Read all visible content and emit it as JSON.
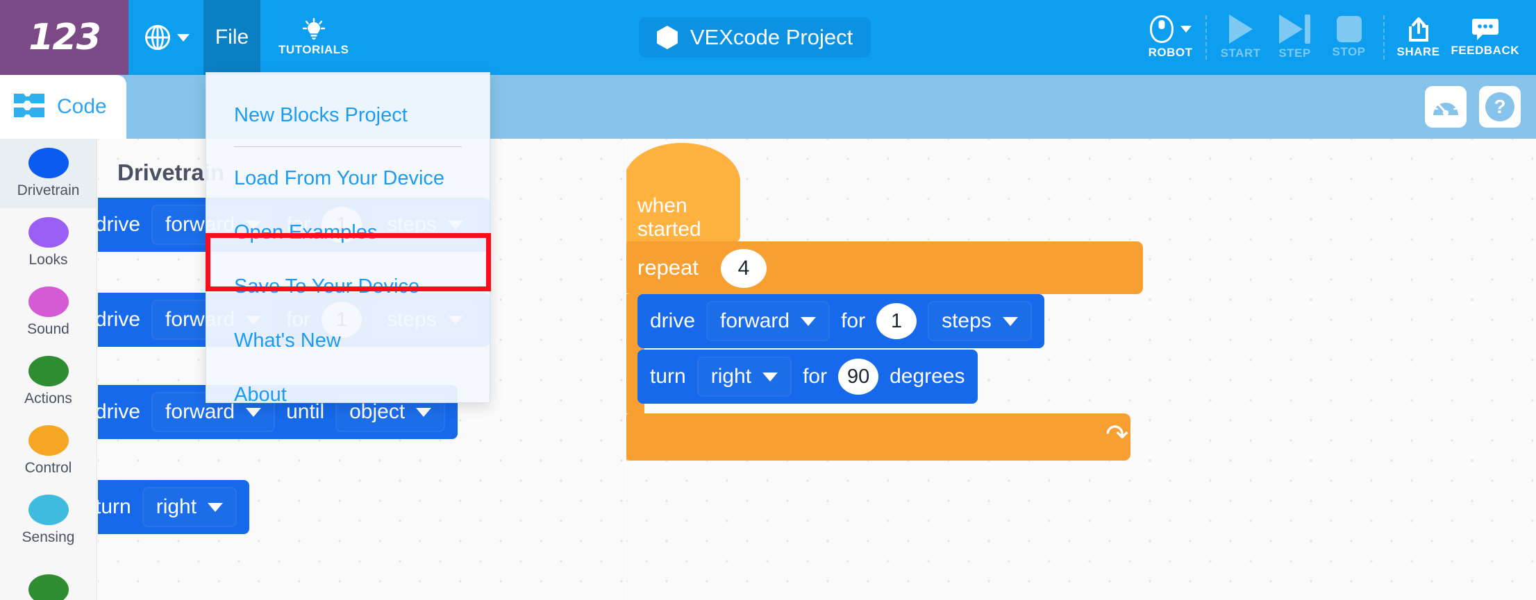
{
  "toolbar": {
    "logo": "123",
    "language_icon": "globe-icon",
    "file_label": "File",
    "tutorials_label": "TUTORIALS",
    "tutorials_icon": "lightbulb-icon",
    "project_icon": "hexagon-icon",
    "project_name": "VEXcode Project",
    "actions": [
      {
        "label": "ROBOT",
        "icon": "robot-icon",
        "dimmed": false,
        "has_caret": true
      },
      {
        "label": "START",
        "icon": "play-icon",
        "dimmed": true,
        "has_caret": false
      },
      {
        "label": "STEP",
        "icon": "step-icon",
        "dimmed": true,
        "has_caret": false
      },
      {
        "label": "STOP",
        "icon": "stop-icon",
        "dimmed": true,
        "has_caret": false
      },
      {
        "label": "SHARE",
        "icon": "share-icon",
        "dimmed": false,
        "has_caret": false
      },
      {
        "label": "FEEDBACK",
        "icon": "feedback-icon",
        "dimmed": false,
        "has_caret": false
      }
    ],
    "bg_color": "#0d9ef0",
    "logo_bg_color": "#7b4a86",
    "file_active_bg": "#0b7fc4"
  },
  "subheader": {
    "code_tab_label": "Code",
    "code_tab_icon": "blocks-icon",
    "dashboard_icon": "gauge-icon",
    "help_icon": "question-mark-icon",
    "bg_color": "#85c3ea"
  },
  "file_menu": {
    "open": true,
    "items": [
      {
        "label": "New Blocks Project",
        "highlighted": false
      },
      {
        "label": "Load From Your Device",
        "highlighted": false
      },
      {
        "label": "Open Examples",
        "highlighted": false
      },
      {
        "label": "Save To Your Device",
        "highlighted": true
      },
      {
        "label": "What's New",
        "highlighted": false
      },
      {
        "label": "About",
        "highlighted": false
      }
    ],
    "highlight_color": "#fc0d1b",
    "text_color": "#1d9bf0"
  },
  "sidebar": {
    "categories": [
      {
        "label": "Drivetrain",
        "color": "#0a5cf0",
        "active": true
      },
      {
        "label": "Looks",
        "color": "#9a5ef2",
        "active": false
      },
      {
        "label": "Sound",
        "color": "#d45ad6",
        "active": false
      },
      {
        "label": "Actions",
        "color": "#2f8d31",
        "active": false
      },
      {
        "label": "Control",
        "color": "#f5a623",
        "active": false
      },
      {
        "label": "Sensing",
        "color": "#3fbbdd",
        "active": false
      },
      {
        "label": "",
        "color": "#2f8d31",
        "active": false
      }
    ]
  },
  "palette": {
    "title": "Drivetrain",
    "blocks": [
      {
        "id": "palette-drive-steps-1",
        "parts": [
          {
            "kind": "text",
            "value": "drive"
          },
          {
            "kind": "dropdown",
            "value": "forward"
          },
          {
            "kind": "text",
            "value": "for"
          },
          {
            "kind": "number",
            "value": "1"
          },
          {
            "kind": "dropdown",
            "value": "steps"
          }
        ]
      },
      {
        "id": "palette-drive-steps-2",
        "parts": [
          {
            "kind": "text",
            "value": "drive"
          },
          {
            "kind": "dropdown",
            "value": "forward"
          },
          {
            "kind": "text",
            "value": "for"
          },
          {
            "kind": "number",
            "value": "1"
          },
          {
            "kind": "dropdown",
            "value": "steps"
          }
        ]
      },
      {
        "id": "palette-drive-until",
        "parts": [
          {
            "kind": "text",
            "value": "drive"
          },
          {
            "kind": "dropdown",
            "value": "forward"
          },
          {
            "kind": "text",
            "value": "until"
          },
          {
            "kind": "dropdown",
            "value": "object"
          }
        ]
      },
      {
        "id": "palette-turn",
        "parts": [
          {
            "kind": "text",
            "value": "turn"
          },
          {
            "kind": "dropdown",
            "value": "right"
          }
        ]
      }
    ]
  },
  "workspace": {
    "hat_label": "when started",
    "repeat_label": "repeat",
    "repeat_count": "4",
    "loop_arrow_icon": "loop-arrow-icon",
    "inner_blocks": [
      {
        "id": "ws-drive",
        "parts": [
          {
            "kind": "text",
            "value": "drive"
          },
          {
            "kind": "dropdown",
            "value": "forward"
          },
          {
            "kind": "text",
            "value": "for"
          },
          {
            "kind": "number",
            "value": "1"
          },
          {
            "kind": "dropdown",
            "value": "steps"
          }
        ]
      },
      {
        "id": "ws-turn",
        "parts": [
          {
            "kind": "text",
            "value": "turn"
          },
          {
            "kind": "dropdown",
            "value": "right"
          },
          {
            "kind": "text",
            "value": "for"
          },
          {
            "kind": "number",
            "value": "90"
          },
          {
            "kind": "text",
            "value": "degrees"
          }
        ]
      }
    ],
    "colors": {
      "hat": "#ffb23f",
      "control": "#f7a031",
      "drivetrain": "#1569ea"
    }
  }
}
